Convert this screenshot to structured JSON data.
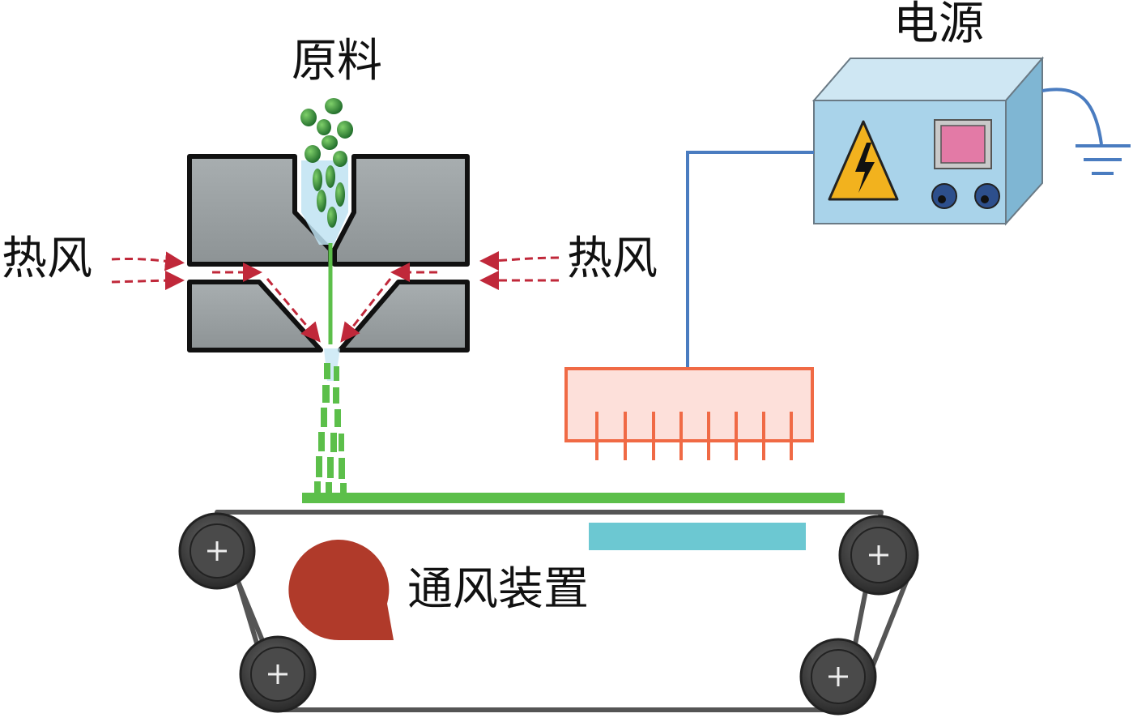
{
  "labels": {
    "raw_material": "原料",
    "power_supply": "电源",
    "hot_air_left": "热风",
    "hot_air_right": "热风",
    "ventilation_device": "通风装置"
  },
  "colors": {
    "die_body": "#9aa1a3",
    "die_edge": "#111111",
    "granule": "#2e8b3a",
    "fiber": "#5cbf4a",
    "hot_air_arrow": "#c0283a",
    "wire": "#4a7cc0",
    "electrode": "#f06a45",
    "electrode_fill": "#fde0da",
    "power_box_front": "#a9d3ea",
    "power_box_side": "#7fb6d3",
    "switch": "#e37aa6",
    "belt": "#555555",
    "roller": "#3b3b3b",
    "suction_plate": "#6cc8d2",
    "fan": "#b03a2a"
  },
  "icons": [
    "high-voltage-warning-icon",
    "ground-symbol-icon",
    "roller-plus-icon"
  ]
}
